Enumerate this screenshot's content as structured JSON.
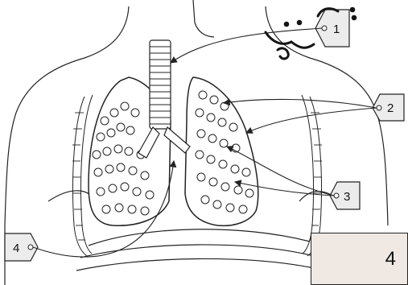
{
  "labels": {
    "tag1": "1",
    "tag2": "2",
    "tag3": "3",
    "tag4": "4"
  },
  "page_box": {
    "text": "4"
  },
  "watermark": {
    "text": "جود"
  },
  "colors": {
    "line": "#222222",
    "tag_fill": "#ececec",
    "watermark": "#151515",
    "page_box_fill": "#efe8e3"
  }
}
